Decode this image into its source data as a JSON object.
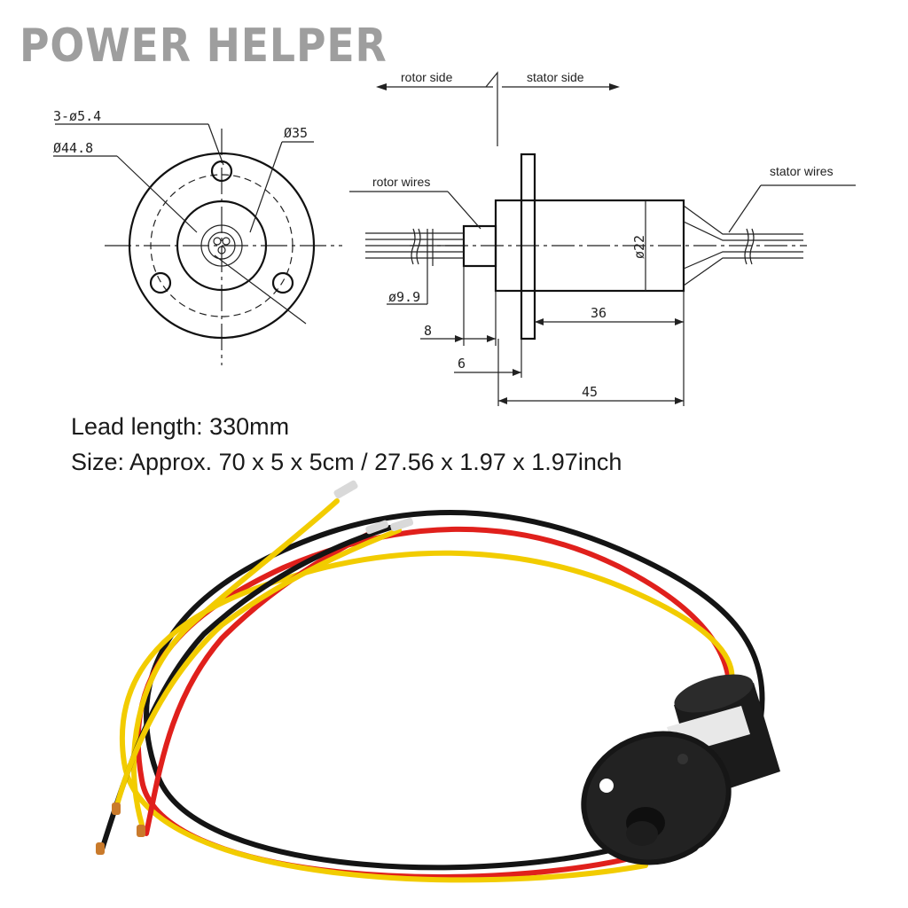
{
  "brand": "POWER HELPER",
  "specs": {
    "lead_length": "Lead length: 330mm",
    "size": "Size: Approx. 70 x 5 x 5cm / 27.56 x 1.97 x 1.97inch"
  },
  "front_view": {
    "holes": "3-ø5.4",
    "outer_diameter": "Ø44.8",
    "pitch_diameter": "Ø35"
  },
  "side_view": {
    "rotor_side": "rotor side",
    "stator_side": "stator side",
    "rotor_wires": "rotor wires",
    "stator_wires": "stator wires",
    "shaft_diameter": "ø9.9",
    "body_diameter": "ø22",
    "body_length": "36",
    "total_length": "45",
    "shaft_length": "8",
    "flange_thickness": "6"
  },
  "wire_colors": {
    "black": "#141414",
    "red": "#e0201c",
    "yellow": "#f2cc00"
  }
}
